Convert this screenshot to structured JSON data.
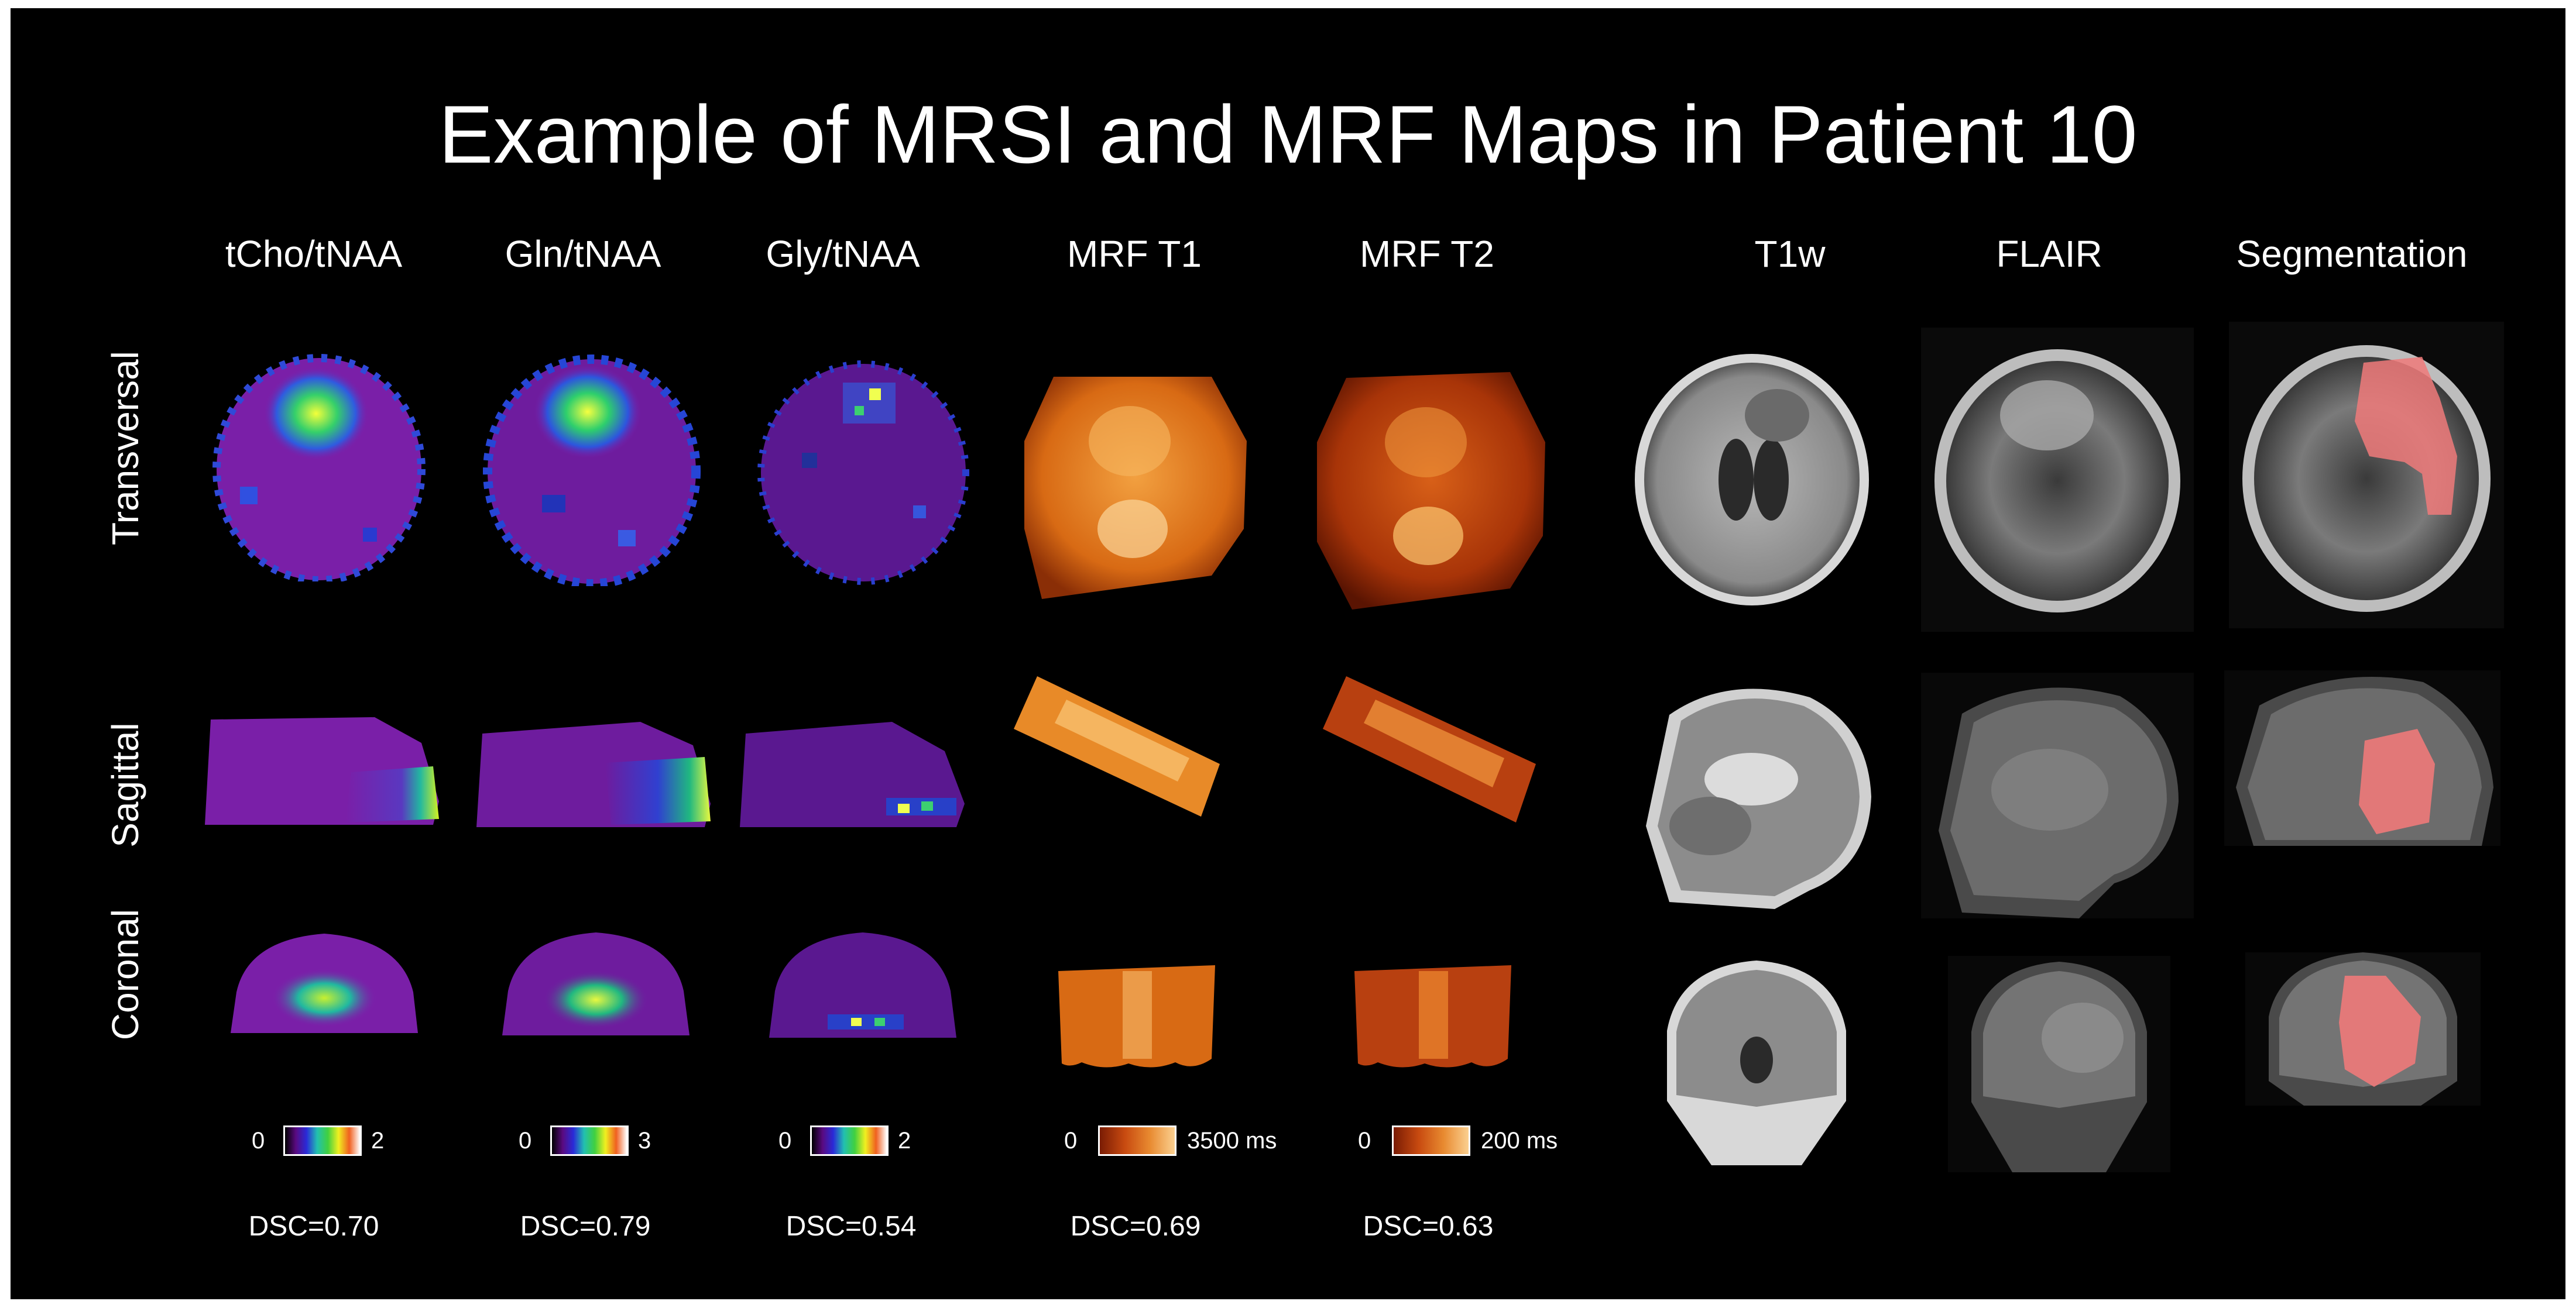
{
  "title": "Example of MRSI and MRF Maps in Patient 10",
  "columns": [
    "tCho/tNAA",
    "Gln/tNAA",
    "Gly/tNAA",
    "MRF T1",
    "MRF T2",
    "T1w",
    "FLAIR",
    "Segmentation"
  ],
  "rows": [
    "Transversal",
    "Sagittal",
    "Coronal"
  ],
  "colorbars": [
    {
      "min": "0",
      "max": "2"
    },
    {
      "min": "0",
      "max": "3"
    },
    {
      "min": "0",
      "max": "2"
    },
    {
      "min": "0",
      "max": "3500 ms"
    },
    {
      "min": "0",
      "max": "200 ms"
    }
  ],
  "dsc": [
    "DSC=0.70",
    "DSC=0.79",
    "DSC=0.54",
    "DSC=0.69",
    "DSC=0.63"
  ],
  "colors": {
    "background": "#000000",
    "text": "#ffffff",
    "mrsi_base": "#7a1fa8",
    "mrsi_hot": "#d4f020",
    "mrf_t1": "#e07a1a",
    "mrf_t2": "#b84010",
    "segmentation_overlay": "#f07a7a"
  }
}
